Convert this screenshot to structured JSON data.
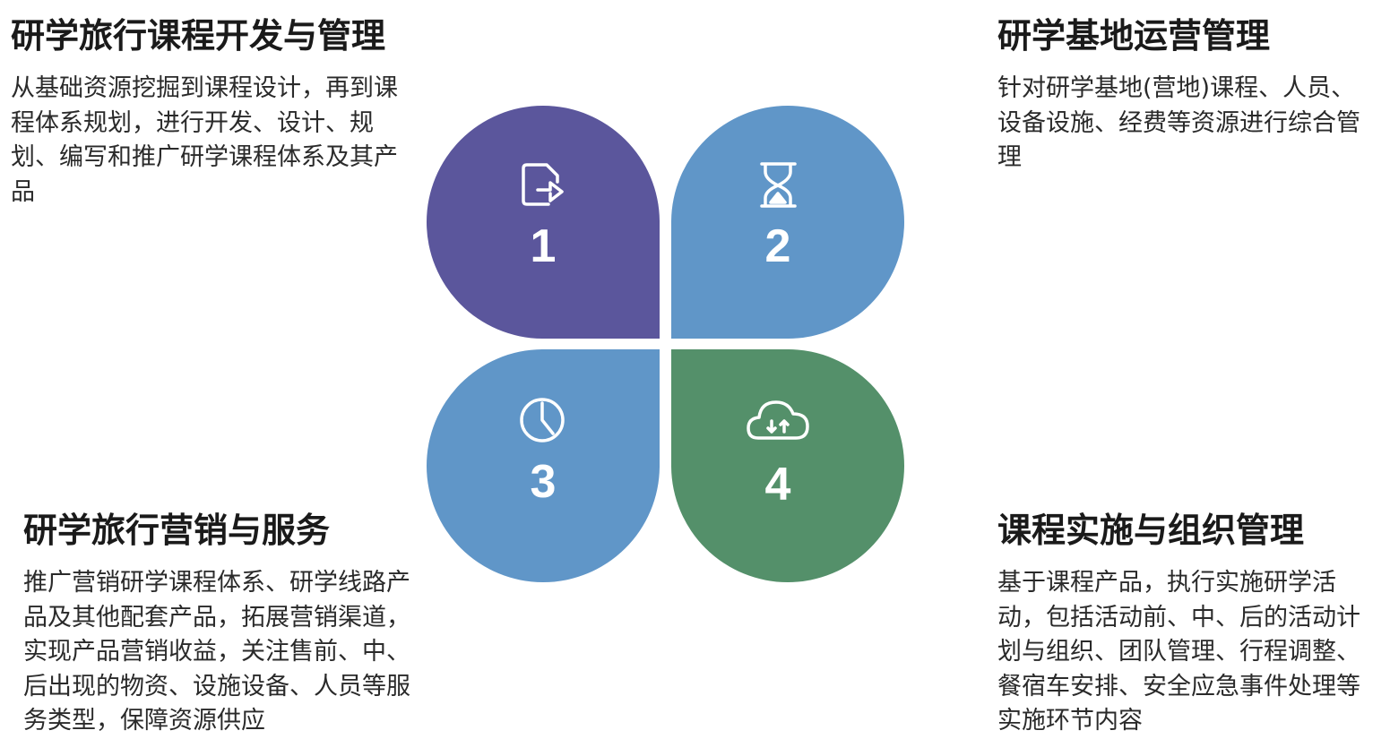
{
  "quadrants": [
    {
      "number": "1",
      "icon": "export-document-icon",
      "color": "#5b569c",
      "title": "研学旅行课程开发与管理",
      "description": "从基础资源挖掘到课程设计，再到课程体系规划，进行开发、设计、规划、编写和推广研学课程体系及其产品"
    },
    {
      "number": "2",
      "icon": "hourglass-icon",
      "color": "#6096c8",
      "title": "研学基地运营管理",
      "description": "针对研学基地(营地)课程、人员、设备设施、经费等资源进行综合管理"
    },
    {
      "number": "3",
      "icon": "clock-icon",
      "color": "#6096c8",
      "title": "研学旅行营销与服务",
      "description": "推广营销研学课程体系、研学线路产品及其他配套产品，拓展营销渠道，实现产品营销收益，关注售前、中、后出现的物资、设施设备、人员等服务类型，保障资源供应"
    },
    {
      "number": "4",
      "icon": "cloud-sync-icon",
      "color": "#54906a",
      "title": "课程实施与组织管理",
      "description": "基于课程产品，执行实施研学活动，包括活动前、中、后的活动计划与组织、团队管理、行程调整、餐宿车安排、安全应急事件处理等实施环节内容"
    }
  ]
}
